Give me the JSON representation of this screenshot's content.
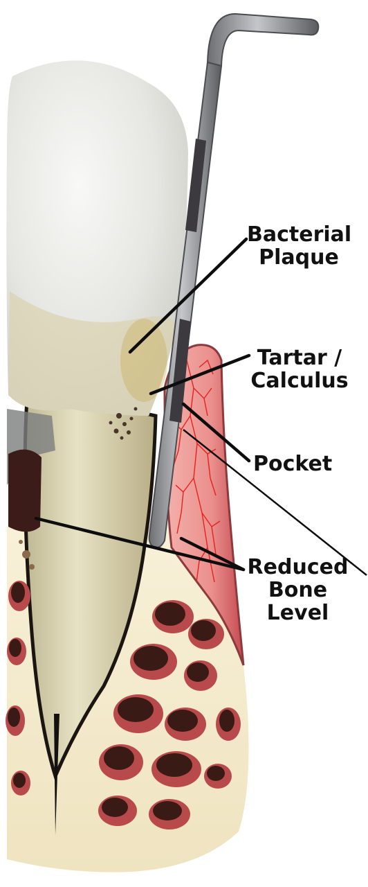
{
  "diagram": {
    "labels": {
      "bacterial_plaque": {
        "line1": "Bacterial",
        "line2": "Plaque"
      },
      "tartar_calculus": {
        "line1": "Tartar /",
        "line2": "Calculus"
      },
      "pocket": {
        "line1": "Pocket"
      },
      "reduced_bone_level": {
        "line1": "Reduced",
        "line2": "Bone",
        "line3": "Level"
      }
    },
    "colors": {
      "gum": "#e88a8a",
      "gum_dark": "#c9464a",
      "blood_vessels": "#e8201c",
      "bone": "#f4eccf",
      "marrow": "#3a1a14",
      "marrow_rim": "#b84a4c",
      "enamel": "#eeeeec",
      "root": "#d9d3b0",
      "probe": "#8d8f92",
      "probe_mark": "#3c3a3e",
      "leader": "#0d0d0d"
    }
  }
}
